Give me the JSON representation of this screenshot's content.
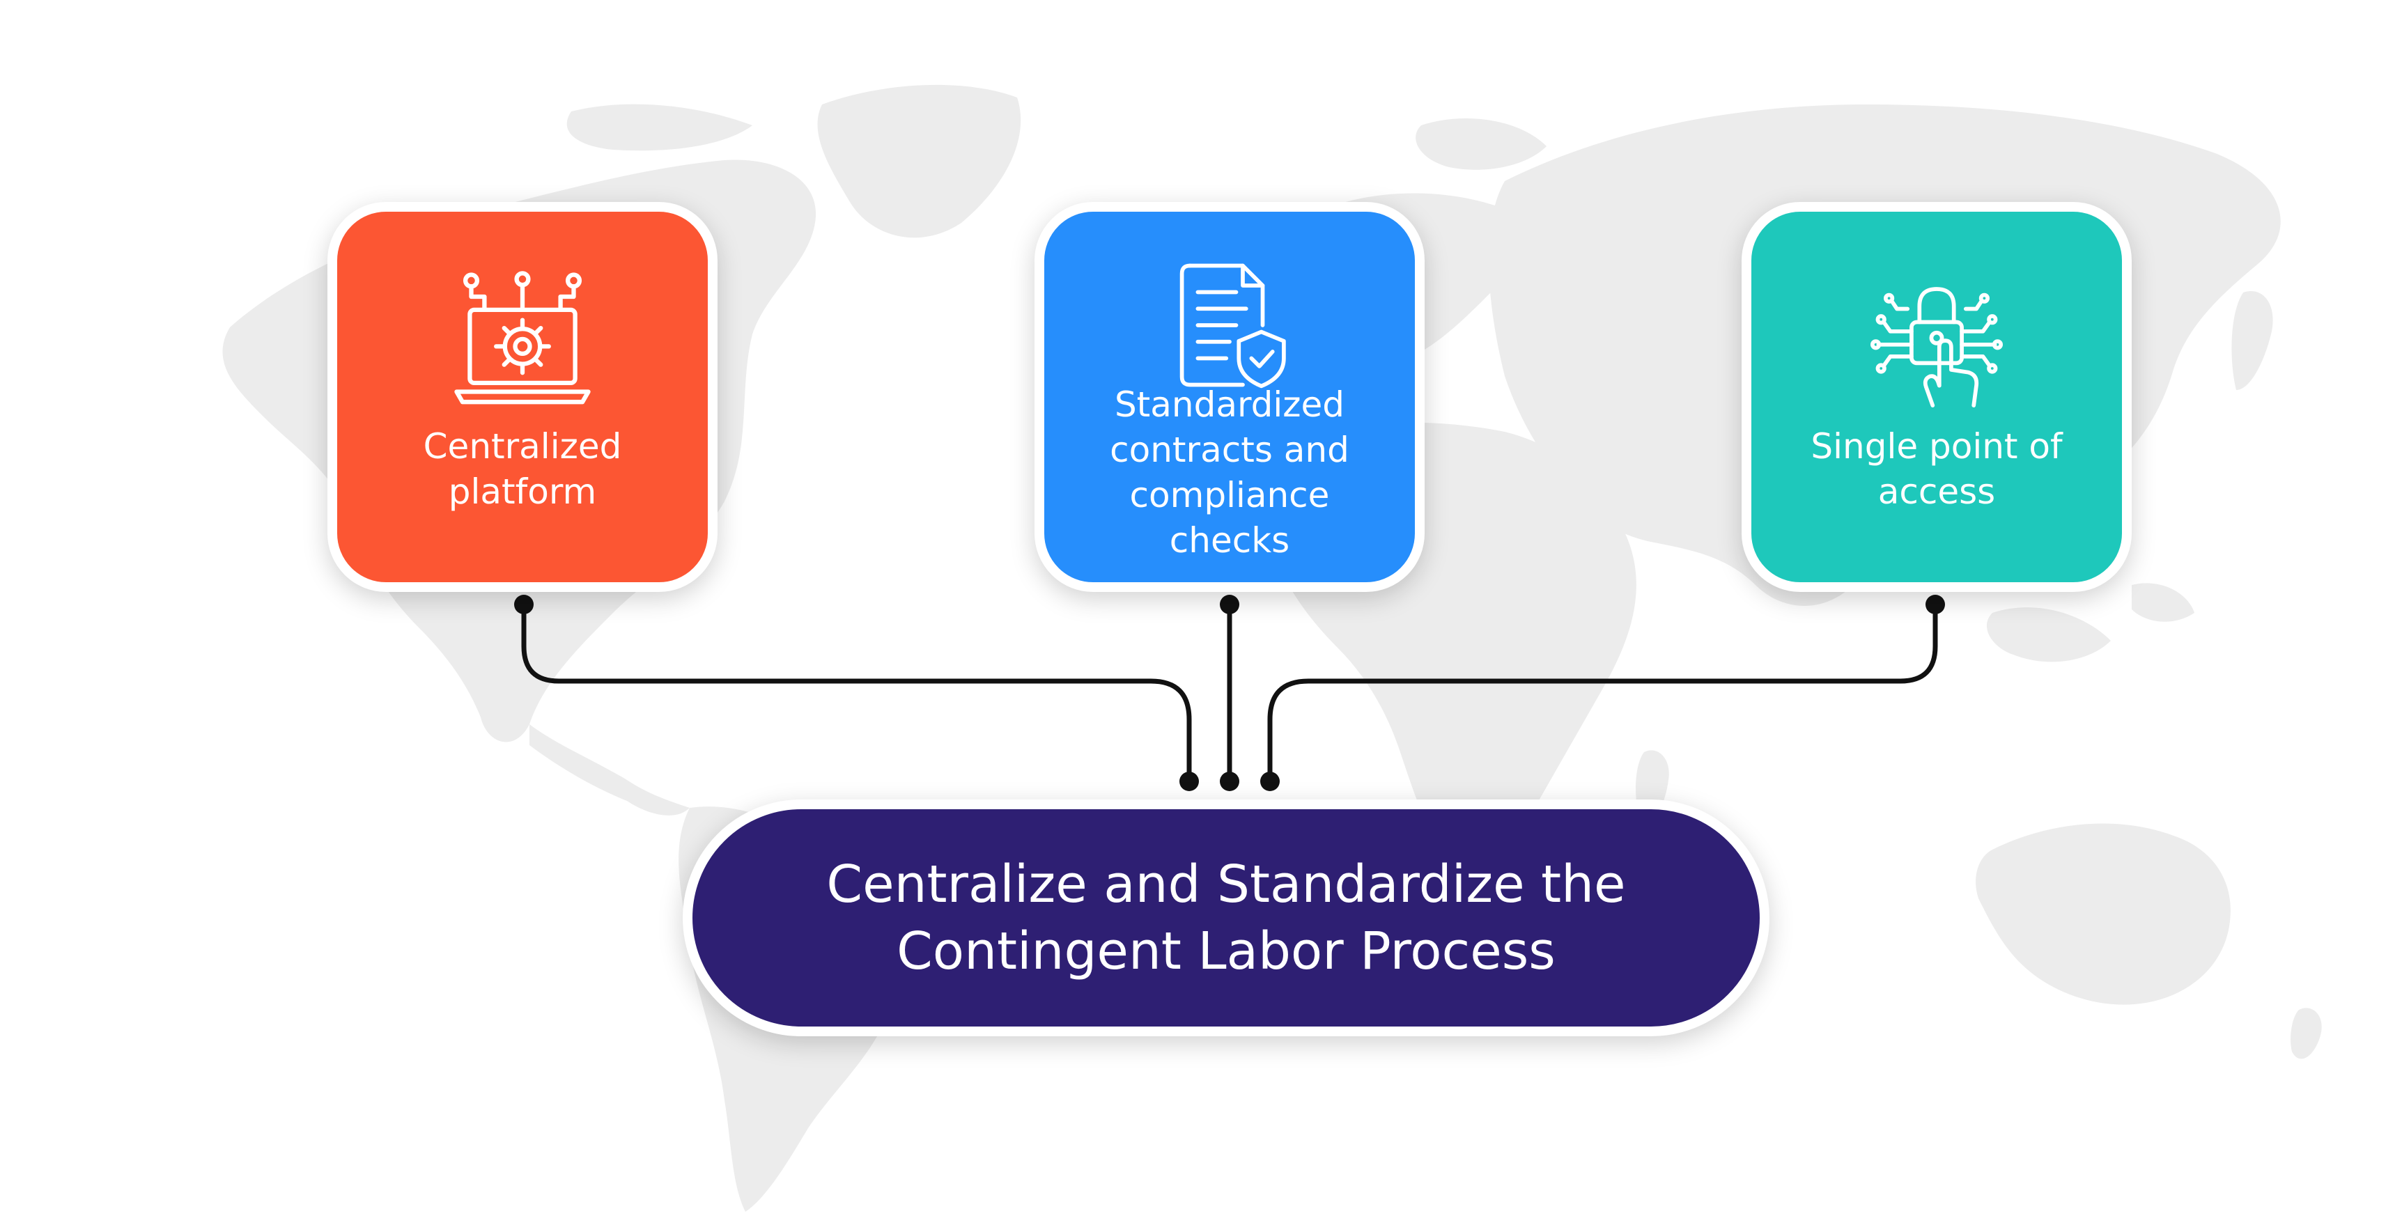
{
  "colors": {
    "card1": "#fc5633",
    "card2": "#268efc",
    "card3": "#1ec8bb",
    "main": "#2e1f73",
    "connector": "#111111",
    "map": "#ededed"
  },
  "cards": [
    {
      "label": "Centralized platform",
      "icon": "laptop-gear-icon"
    },
    {
      "label": "Standardized contracts and compliance checks",
      "icon": "document-shield-icon"
    },
    {
      "label": "Single point of access",
      "icon": "padlock-touch-icon"
    }
  ],
  "main": {
    "title": "Centralize and Standardize the Contingent Labor Process"
  }
}
